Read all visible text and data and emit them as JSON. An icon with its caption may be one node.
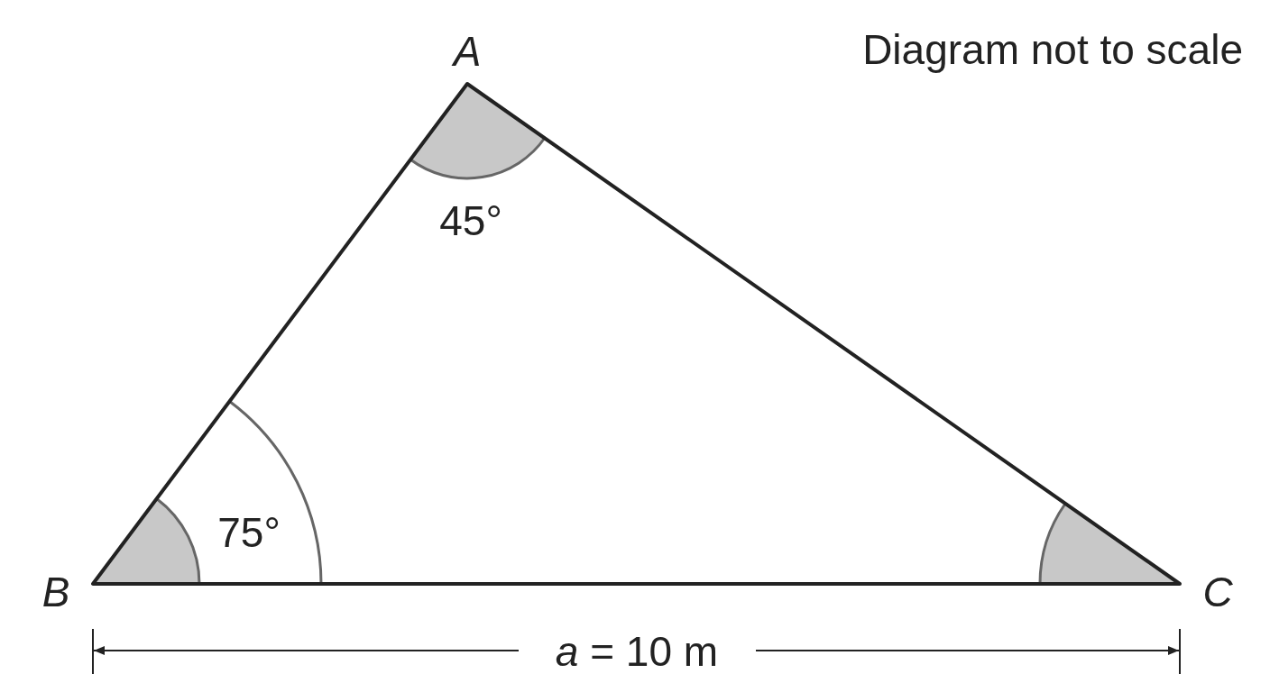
{
  "diagram": {
    "labels": [
      "A",
      "Diagram not to scale",
      "45°",
      "75°",
      "B",
      "C",
      "*a* = 10 m"
    ]
  }
}
